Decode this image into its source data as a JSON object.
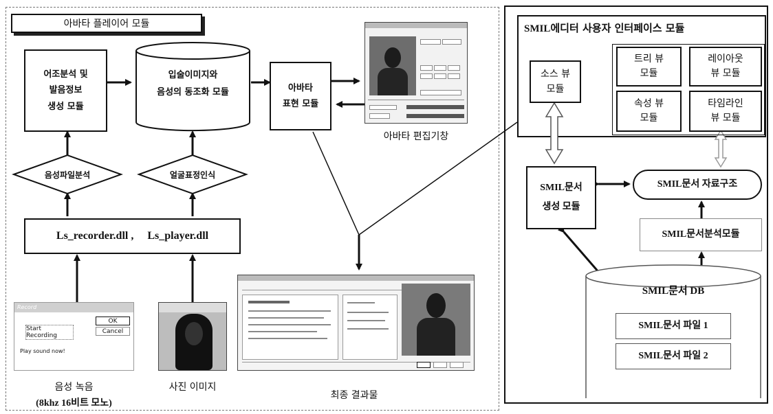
{
  "left_panel": {
    "title": "아바타 플레이어 모듈",
    "prosody_box": "어조분석 및\n발음정보\n생성 모듈",
    "lipsync_box": "입술이미지와\n음성의 동조화 모듈",
    "avatar_expr_box": "아바타\n표현 모듈",
    "avatar_editor_caption": "아바타 편집기창",
    "voice_analysis_diamond": "음성파일분석",
    "face_recog_diamond": "얼굴표정인식",
    "dll_box": "Ls_recorder.dll ,     Ls_player.dll",
    "voice_record_caption": "음성 녹음",
    "voice_record_sub": "(8khz 16비트 모노)",
    "photo_caption": "사진 이미지",
    "final_result_caption": "최종 결과물",
    "recorder_dialog": {
      "title": "Record",
      "start_label": "Start Recording",
      "play_label": "Play sound now!",
      "ok": "OK",
      "cancel": "Cancel"
    }
  },
  "right_panel": {
    "title_prefix": "SMIL",
    "title_rest": "에디터 사용자 인터페이스 모듈",
    "source_view": "소스 뷰\n모듈",
    "tree_view": "트리 뷰\n모듈",
    "layout_view": "레이아웃\n뷰 모듈",
    "attr_view": "속성 뷰\n모듈",
    "timeline_view": "타임라인\n뷰 모듈",
    "smil_gen": "SMIL문서\n생성 모듈",
    "smil_struct": "SMIL문서 자료구조",
    "smil_analysis": "SMIL문서분석모듈",
    "smil_db": "SMIL문서 DB",
    "smil_file1": "SMIL문서 파일 1",
    "smil_file2": "SMIL문서 파일 2"
  }
}
